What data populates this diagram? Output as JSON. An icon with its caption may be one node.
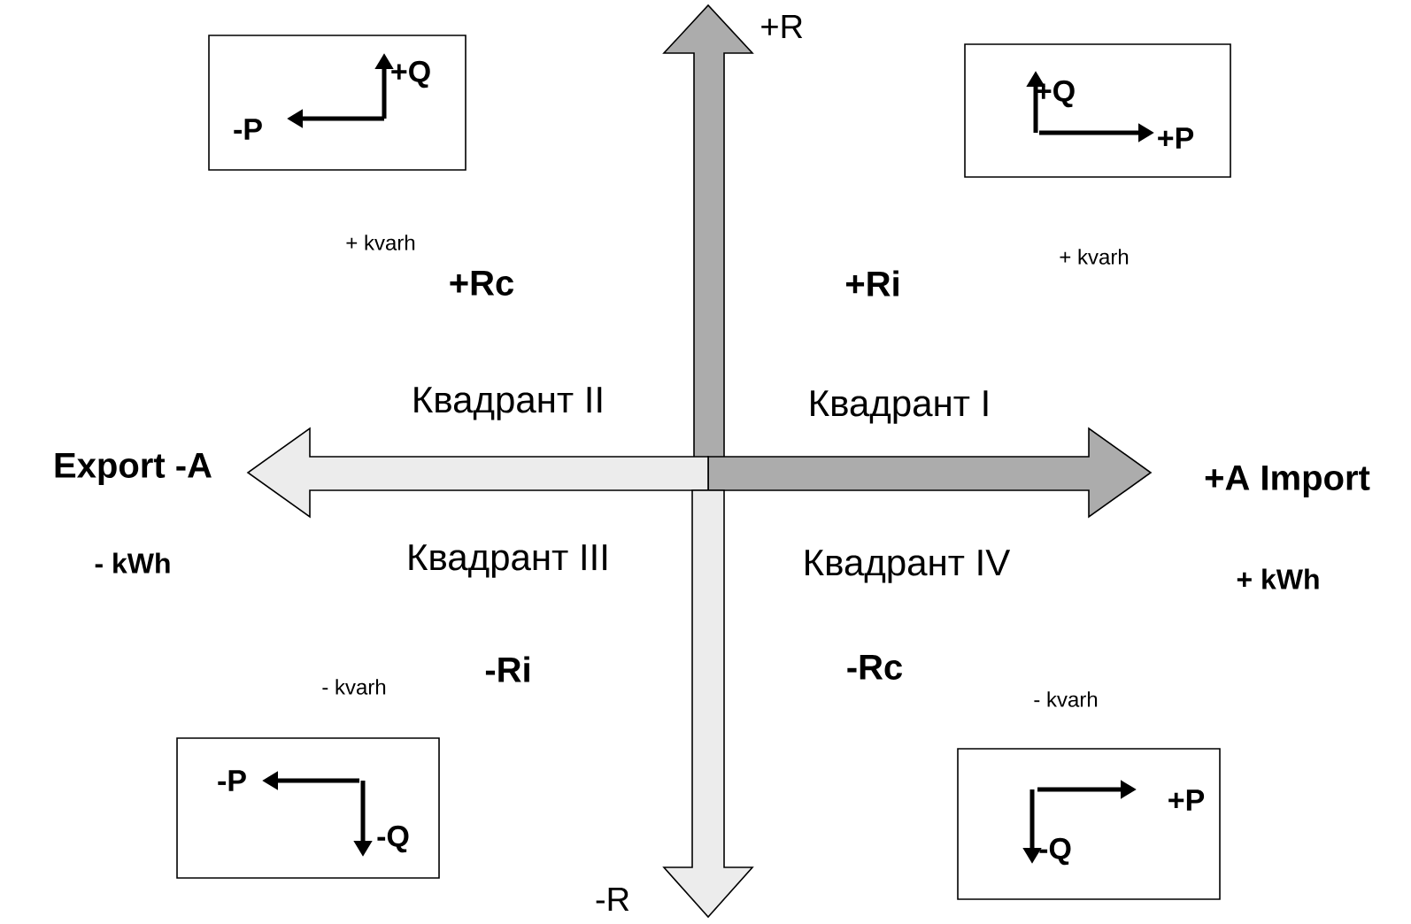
{
  "diagram": {
    "nodes": [
      {
        "text": [
          "+Q",
          "-P"
        ]
      },
      {
        "text": [
          "+Q",
          "+P"
        ]
      },
      {
        "text": [
          "-P",
          "-Q"
        ]
      },
      {
        "text": [
          "+P",
          "-Q"
        ]
      }
    ],
    "labels": [
      "+R",
      "+ kvarh",
      "+Rc",
      "+Ri",
      "+ kvarh",
      "Квадрант II",
      "Квадрант I",
      "Export -A",
      "+A Import",
      "- kWh",
      "Квадрант III",
      "Квадрант IV",
      "+ kWh",
      "-Ri",
      "-Rc",
      "- kvarh",
      "- kvarh",
      "-R"
    ]
  }
}
